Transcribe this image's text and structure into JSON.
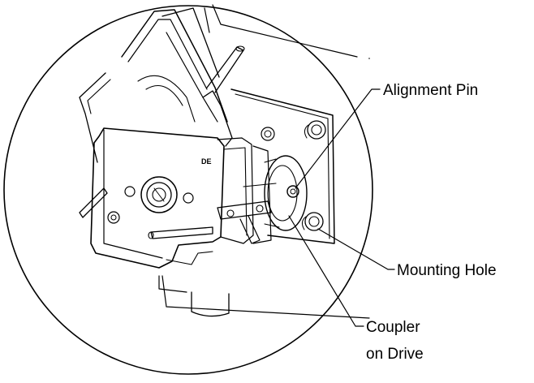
{
  "callouts": [
    {
      "id": "alignment-pin",
      "label": "Alignment Pin"
    },
    {
      "id": "mounting-hole",
      "label": "Mounting Hole"
    },
    {
      "id": "coupler",
      "label_line1": "Coupler",
      "label_line2": "on Drive"
    }
  ],
  "part_marking": "DE"
}
